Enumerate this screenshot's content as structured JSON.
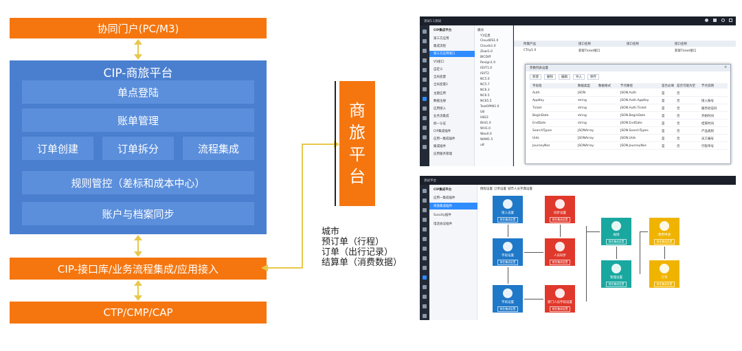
{
  "left_diagram": {
    "top_portal": "协同门户(PC/M3)",
    "platform_title": "CIP-商旅平台",
    "modules": {
      "sso": "单点登陆",
      "account": "账单管理",
      "order_create": "订单创建",
      "order_split": "订单拆分",
      "flow_integration": "流程集成",
      "rule_control": "规则管控（差标和成本中心）",
      "account_sync": "账户与档案同步"
    },
    "interface_bar": "CIP-接口库/业务流程集成/应用接入",
    "bottom_bar": "CTP/CMP/CAP"
  },
  "middle": {
    "platform_label_chars": [
      "商",
      "旅",
      "平",
      "台"
    ],
    "data_items": [
      "城市",
      "预订单（行程）",
      "订单（出行记录）",
      "结算单（消费数据）"
    ]
  },
  "colors": {
    "orange": "#f5760f",
    "blue_panel": "#4a7fcf",
    "blue_box": "#5b8fdc",
    "arrow_yellow": "#e8c74a",
    "flow_blue": "#1f78c8",
    "flow_red": "#e0382b",
    "flow_teal": "#19a8a0",
    "flow_yellow": "#f0b400"
  },
  "screenshots": {
    "top": {
      "title": "测试5.1测试",
      "side_title": "CIP集成平台",
      "side_items": [
        "第三方应用",
        "集成流程",
        "第三方应用接口",
        "V5接口",
        "自定义",
        "全局变量",
        "全局变量2",
        "主题应用",
        "数据注册",
        "应用接入",
        "业务流集成",
        "统一认证",
        "CIP集成插件",
        "应用一集成插件",
        "集成插件",
        "应用服务管理"
      ],
      "tree_items": [
        "模块",
        "Y1信息",
        "CloudDS1.0",
        "Cloudx1.0",
        "ZkwI1.0",
        "BICDiff",
        "Resign1.0",
        "ISVT1.0",
        "ISVT2",
        "NC5.0",
        "NC5.7",
        "NC6.3",
        "NC6.5",
        "NC65.5",
        "TestOPMI1.0",
        "U8",
        "U822",
        "Bild1.0",
        "WH1.0",
        "Wax0.0",
        "WAM1.5",
        "u8"
      ],
      "dialog_title": "参数列表设置",
      "dialog_tools": [
        "新建",
        "删除",
        "编辑",
        "导入",
        "保存"
      ],
      "columns": [
        "字段值",
        "数据类型",
        "数据格式",
        "节点路径",
        "是否必填",
        "是否可能为空",
        "节点说明"
      ],
      "rows": [
        [
          "Auth",
          "JSON",
          "",
          "JSON.Auth",
          "是",
          "否",
          ""
        ],
        [
          "AppKey",
          "string",
          "",
          "JSON.Auth.AppKey",
          "是",
          "否",
          "接入账号"
        ],
        [
          "Ticket",
          "string",
          "",
          "JSON.Auth.Ticket",
          "是",
          "否",
          "服务验证码"
        ],
        [
          "BeginDate",
          "string",
          "",
          "JSON.BeginDate",
          "是",
          "否",
          "开始时间"
        ],
        [
          "EndDate",
          "string",
          "",
          "JSON.EndDate",
          "是",
          "否",
          "结束时间"
        ],
        [
          "SearchTypes",
          "JSONArray",
          "",
          "JSON.SearchTypes",
          "是",
          "否",
          "产品类别"
        ],
        [
          "Uids",
          "JSONArray",
          "",
          "JSON.Uids",
          "是",
          "否",
          "员工编号"
        ],
        [
          "JourneyNos",
          "JSONArray",
          "",
          "JSON.JourneyNos",
          "是",
          "否",
          "行程单号"
        ]
      ],
      "header_cols": [
        "所属产品",
        "接口名称",
        "接口名称",
        "接口名称"
      ],
      "header_row": [
        "CTrip1.0",
        "获取Ticket接口",
        "",
        "获取Ticket接口"
      ]
    },
    "bottom": {
      "title": "测试平台",
      "side_title": "CIP集成平台",
      "side_items": [
        "应用一集成插件",
        "商旅集成插件",
        "Suncity插件",
        "电话会议插件"
      ],
      "tabs": [
        "携程设置",
        "订单设置",
        "城市人员字典设置"
      ],
      "cards": [
        {
          "label": "接入设置",
          "btn": "前往集成设置"
        },
        {
          "label": "同步设置",
          "btn": "前往集成设置"
        },
        {
          "label": "字段设置",
          "btn": "前往集成设置"
        },
        {
          "label": "人员同步",
          "btn": "前往集成设置"
        },
        {
          "label": "字段设置",
          "btn": "前往集成设置"
        },
        {
          "label": "部门人员字段设置",
          "btn": "前往集成设置"
        },
        {
          "label": "规则",
          "btn": "前往集成设置"
        },
        {
          "label": "管理设置",
          "btn": "前往集成设置"
        },
        {
          "label": "费用申请",
          "btn": "前往集成设置"
        },
        {
          "label": "订单",
          "btn": "前往集成设置"
        }
      ]
    }
  }
}
